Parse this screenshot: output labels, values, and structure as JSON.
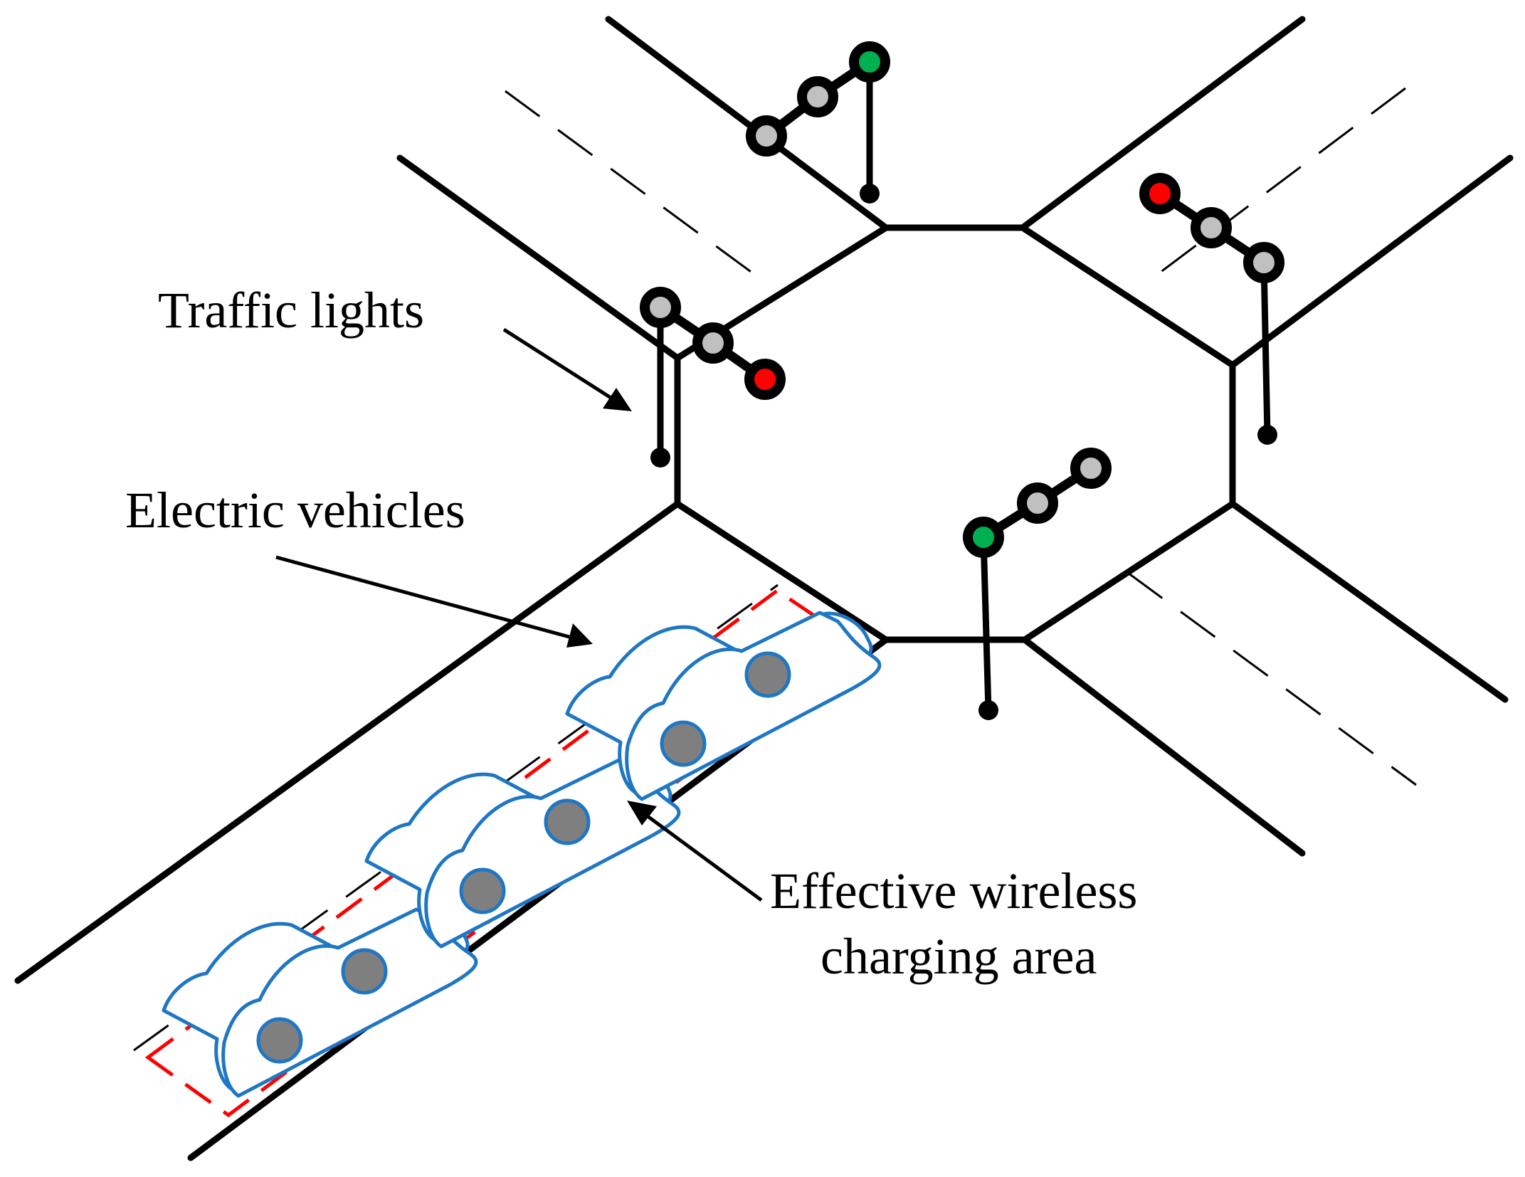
{
  "colors": {
    "road": "#000000",
    "lamp_off": "#c0c0c0",
    "lamp_red": "#ff0000",
    "lamp_green": "#00b050",
    "vehicle_outline": "#1f77c4",
    "wheel": "#7f7f7f",
    "charging_area": "#ff0000"
  },
  "labels": {
    "traffic_lights": "Traffic lights",
    "electric_vehicles": "Electric vehicles",
    "charging_area_line1": "Effective wireless",
    "charging_area_line2": "charging area"
  },
  "traffic_lights": [
    {
      "id": "north",
      "active": "green",
      "lamp_states": [
        "off",
        "off",
        "green"
      ]
    },
    {
      "id": "west",
      "active": "red",
      "lamp_states": [
        "off",
        "off",
        "red"
      ]
    },
    {
      "id": "east",
      "active": "red",
      "lamp_states": [
        "red",
        "off",
        "off"
      ]
    },
    {
      "id": "south",
      "active": "green",
      "lamp_states": [
        "green",
        "off",
        "off"
      ]
    }
  ],
  "electric_vehicles": {
    "count": 3
  }
}
